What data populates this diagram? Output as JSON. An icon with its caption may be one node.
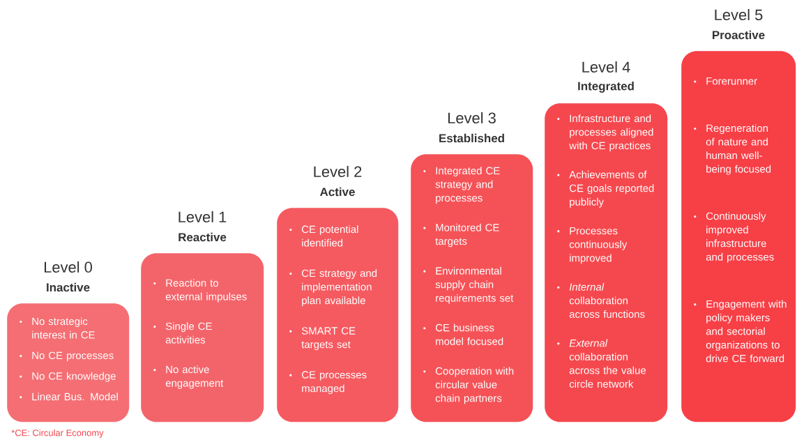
{
  "diagram": {
    "nodes": [
      {
        "text": [
          "Level 0",
          "Inactive",
          "No strategic interest in CE",
          "No CE processes",
          "No CE knowledge",
          "Linear Bus. Model"
        ]
      },
      {
        "text": [
          "Level 1",
          "Reactive",
          "Reaction to external impulses",
          "Single CE activities",
          "No active engagement"
        ]
      },
      {
        "text": [
          "Level 2",
          "Active",
          "CE potential identified",
          "CE strategy and implementation plan available",
          "SMART CE targets set",
          "CE processes managed"
        ]
      },
      {
        "text": [
          "Level 3",
          "Established",
          "Integrated CE strategy and processes",
          "Monitored CE targets",
          "Environmental supply chain requirements set",
          "CE business model focused",
          "Cooperation with circular value chain partners"
        ]
      },
      {
        "text": [
          "Level 4",
          "Integrated",
          "Infrastructure and processes aligned with CE practices",
          "Achievements of CE goals reported publicly",
          "Processes continuously improved",
          "*Internal* collaboration across functions",
          "*External* collaboration across the value circle network"
        ]
      },
      {
        "text": [
          "Level 5",
          "Proactive",
          "Forerunner",
          "Regeneration of nature and human well-being focused",
          "Continuously improved infrastructure and processes",
          "Engagement with policy makers and sectorial organizations to drive CE forward"
        ]
      }
    ],
    "labels": [
      "*CE: Circular Economy"
    ]
  }
}
